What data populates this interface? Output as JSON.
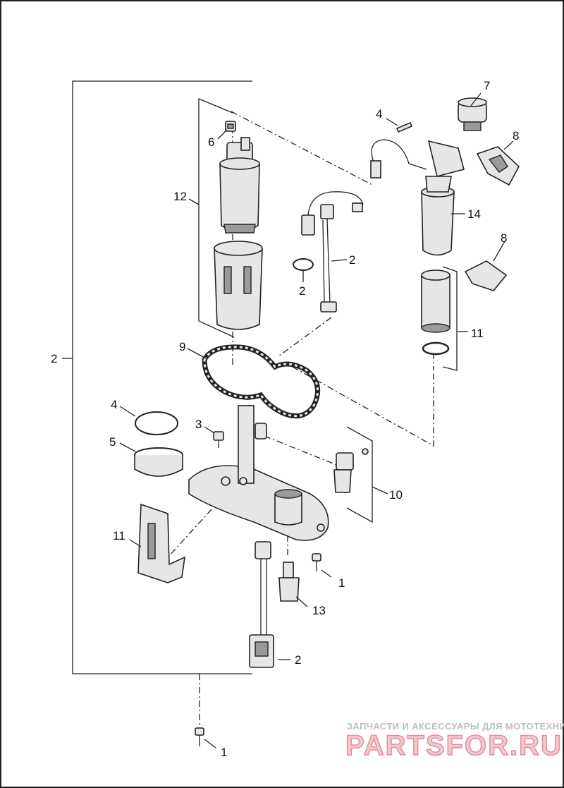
{
  "callouts": [
    {
      "id": "c-7",
      "text": "7"
    },
    {
      "id": "c-4a",
      "text": "4"
    },
    {
      "id": "c-8a",
      "text": "8"
    },
    {
      "id": "c-6",
      "text": "6"
    },
    {
      "id": "c-12",
      "text": "12"
    },
    {
      "id": "c-14",
      "text": "14"
    },
    {
      "id": "c-2a",
      "text": "2"
    },
    {
      "id": "c-8b",
      "text": "8"
    },
    {
      "id": "c-2b",
      "text": "2"
    },
    {
      "id": "c-11a",
      "text": "11"
    },
    {
      "id": "c-9",
      "text": "9"
    },
    {
      "id": "c-2c",
      "text": "2"
    },
    {
      "id": "c-4b",
      "text": "4"
    },
    {
      "id": "c-3",
      "text": "3"
    },
    {
      "id": "c-5",
      "text": "5"
    },
    {
      "id": "c-10",
      "text": "10"
    },
    {
      "id": "c-11b",
      "text": "11"
    },
    {
      "id": "c-1a",
      "text": "1"
    },
    {
      "id": "c-13",
      "text": "13"
    },
    {
      "id": "c-2d",
      "text": "2"
    },
    {
      "id": "c-1b",
      "text": "1"
    }
  ],
  "watermark": {
    "tagline": "ЗАПЧАСТИ И АКСЕССУАРЫ ДЛЯ МОТОТЕХНИКИ",
    "logo": "PARTSFOR.RU"
  }
}
